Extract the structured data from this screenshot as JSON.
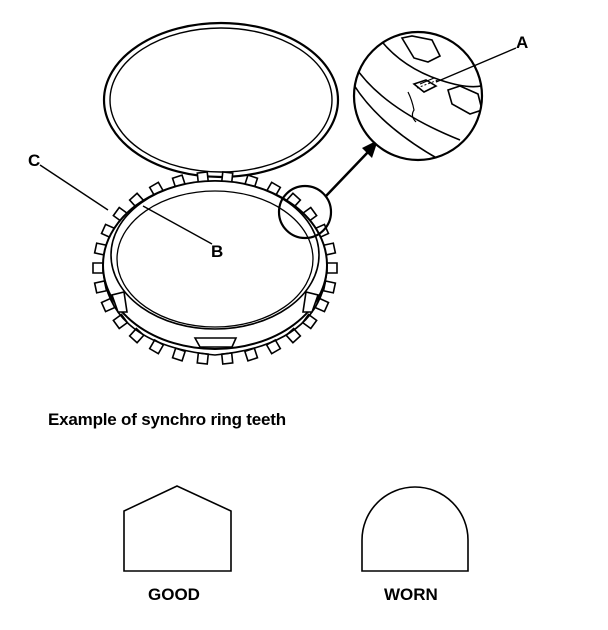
{
  "callouts": {
    "a": "A",
    "b": "B",
    "c": "C"
  },
  "heading": "Example of synchro ring teeth",
  "tooth_examples": {
    "good": "GOOD",
    "worn": "WORN"
  },
  "colors": {
    "line": "#000000",
    "background": "#ffffff"
  }
}
